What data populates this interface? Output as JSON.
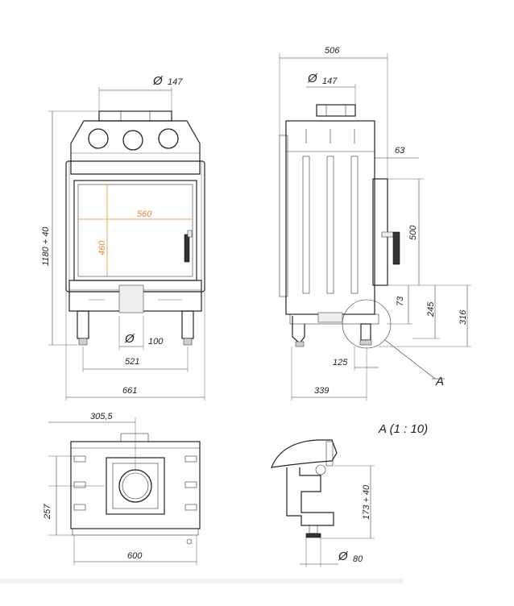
{
  "front_view": {
    "flue_diameter": "147",
    "glass_width": "560",
    "glass_height": "460",
    "height": "1180 + 40",
    "air_inlet_diameter": "100",
    "leg_spacing": "521",
    "total_width": "661"
  },
  "side_view": {
    "total_depth": "506",
    "flue_diameter": "147",
    "offset_top": "63",
    "door_height": "500",
    "dim_73": "73",
    "dim_245": "245",
    "dim_316": "316",
    "dim_125": "125",
    "depth_339": "339",
    "detail_callout": "A"
  },
  "top_view": {
    "flue_offset": "305,5",
    "depth": "257",
    "width": "600"
  },
  "detail_view": {
    "title": "A (1 : 10)",
    "leg_height": "173 + 40",
    "foot_diameter": "80"
  },
  "symbols": {
    "diameter": "Ø"
  },
  "colors": {
    "line": "#222222",
    "accent": "#e0883a"
  }
}
